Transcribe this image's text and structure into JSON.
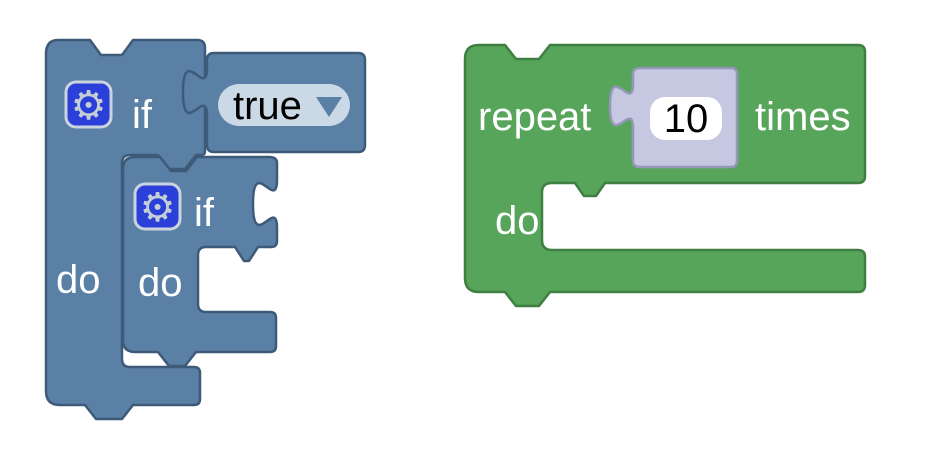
{
  "workspace": {
    "background_color": "#ffffff",
    "outer_if_block": {
      "type_label": "if / do (control block)",
      "if_label": "if",
      "do_label": "do",
      "fill": "#5b80a5",
      "border": "#3d5a78",
      "text_color": "#ffffff"
    },
    "inner_if_block": {
      "type_label": "if / do (control block, nested)",
      "if_label": "if",
      "do_label": "do",
      "fill": "#5b80a5",
      "border": "#3d5a78",
      "text_color": "#ffffff"
    },
    "boolean_block": {
      "fill": "#5b80a5",
      "border": "#3d5a78",
      "dropdown": {
        "value": "true",
        "caret": "▼",
        "pill_fill": "#cbd9e6",
        "text_color": "#000000",
        "caret_color": "#5b80a5"
      }
    },
    "repeat_block": {
      "repeat_label": "repeat",
      "times_label": "times",
      "do_label": "do",
      "fill": "#57a55a",
      "border": "#3f7f42",
      "text_color": "#ffffff"
    },
    "number_block": {
      "value": "10",
      "fill": "#c5c8e0",
      "border": "#9398b8",
      "field_fill": "#ffffff",
      "text_color": "#000000"
    },
    "mutator_icon": {
      "glyph": "⚙",
      "badge_fill": "#2b40d9",
      "badge_border": "#c9d4de",
      "glyph_color": "#c5cdd6"
    }
  }
}
